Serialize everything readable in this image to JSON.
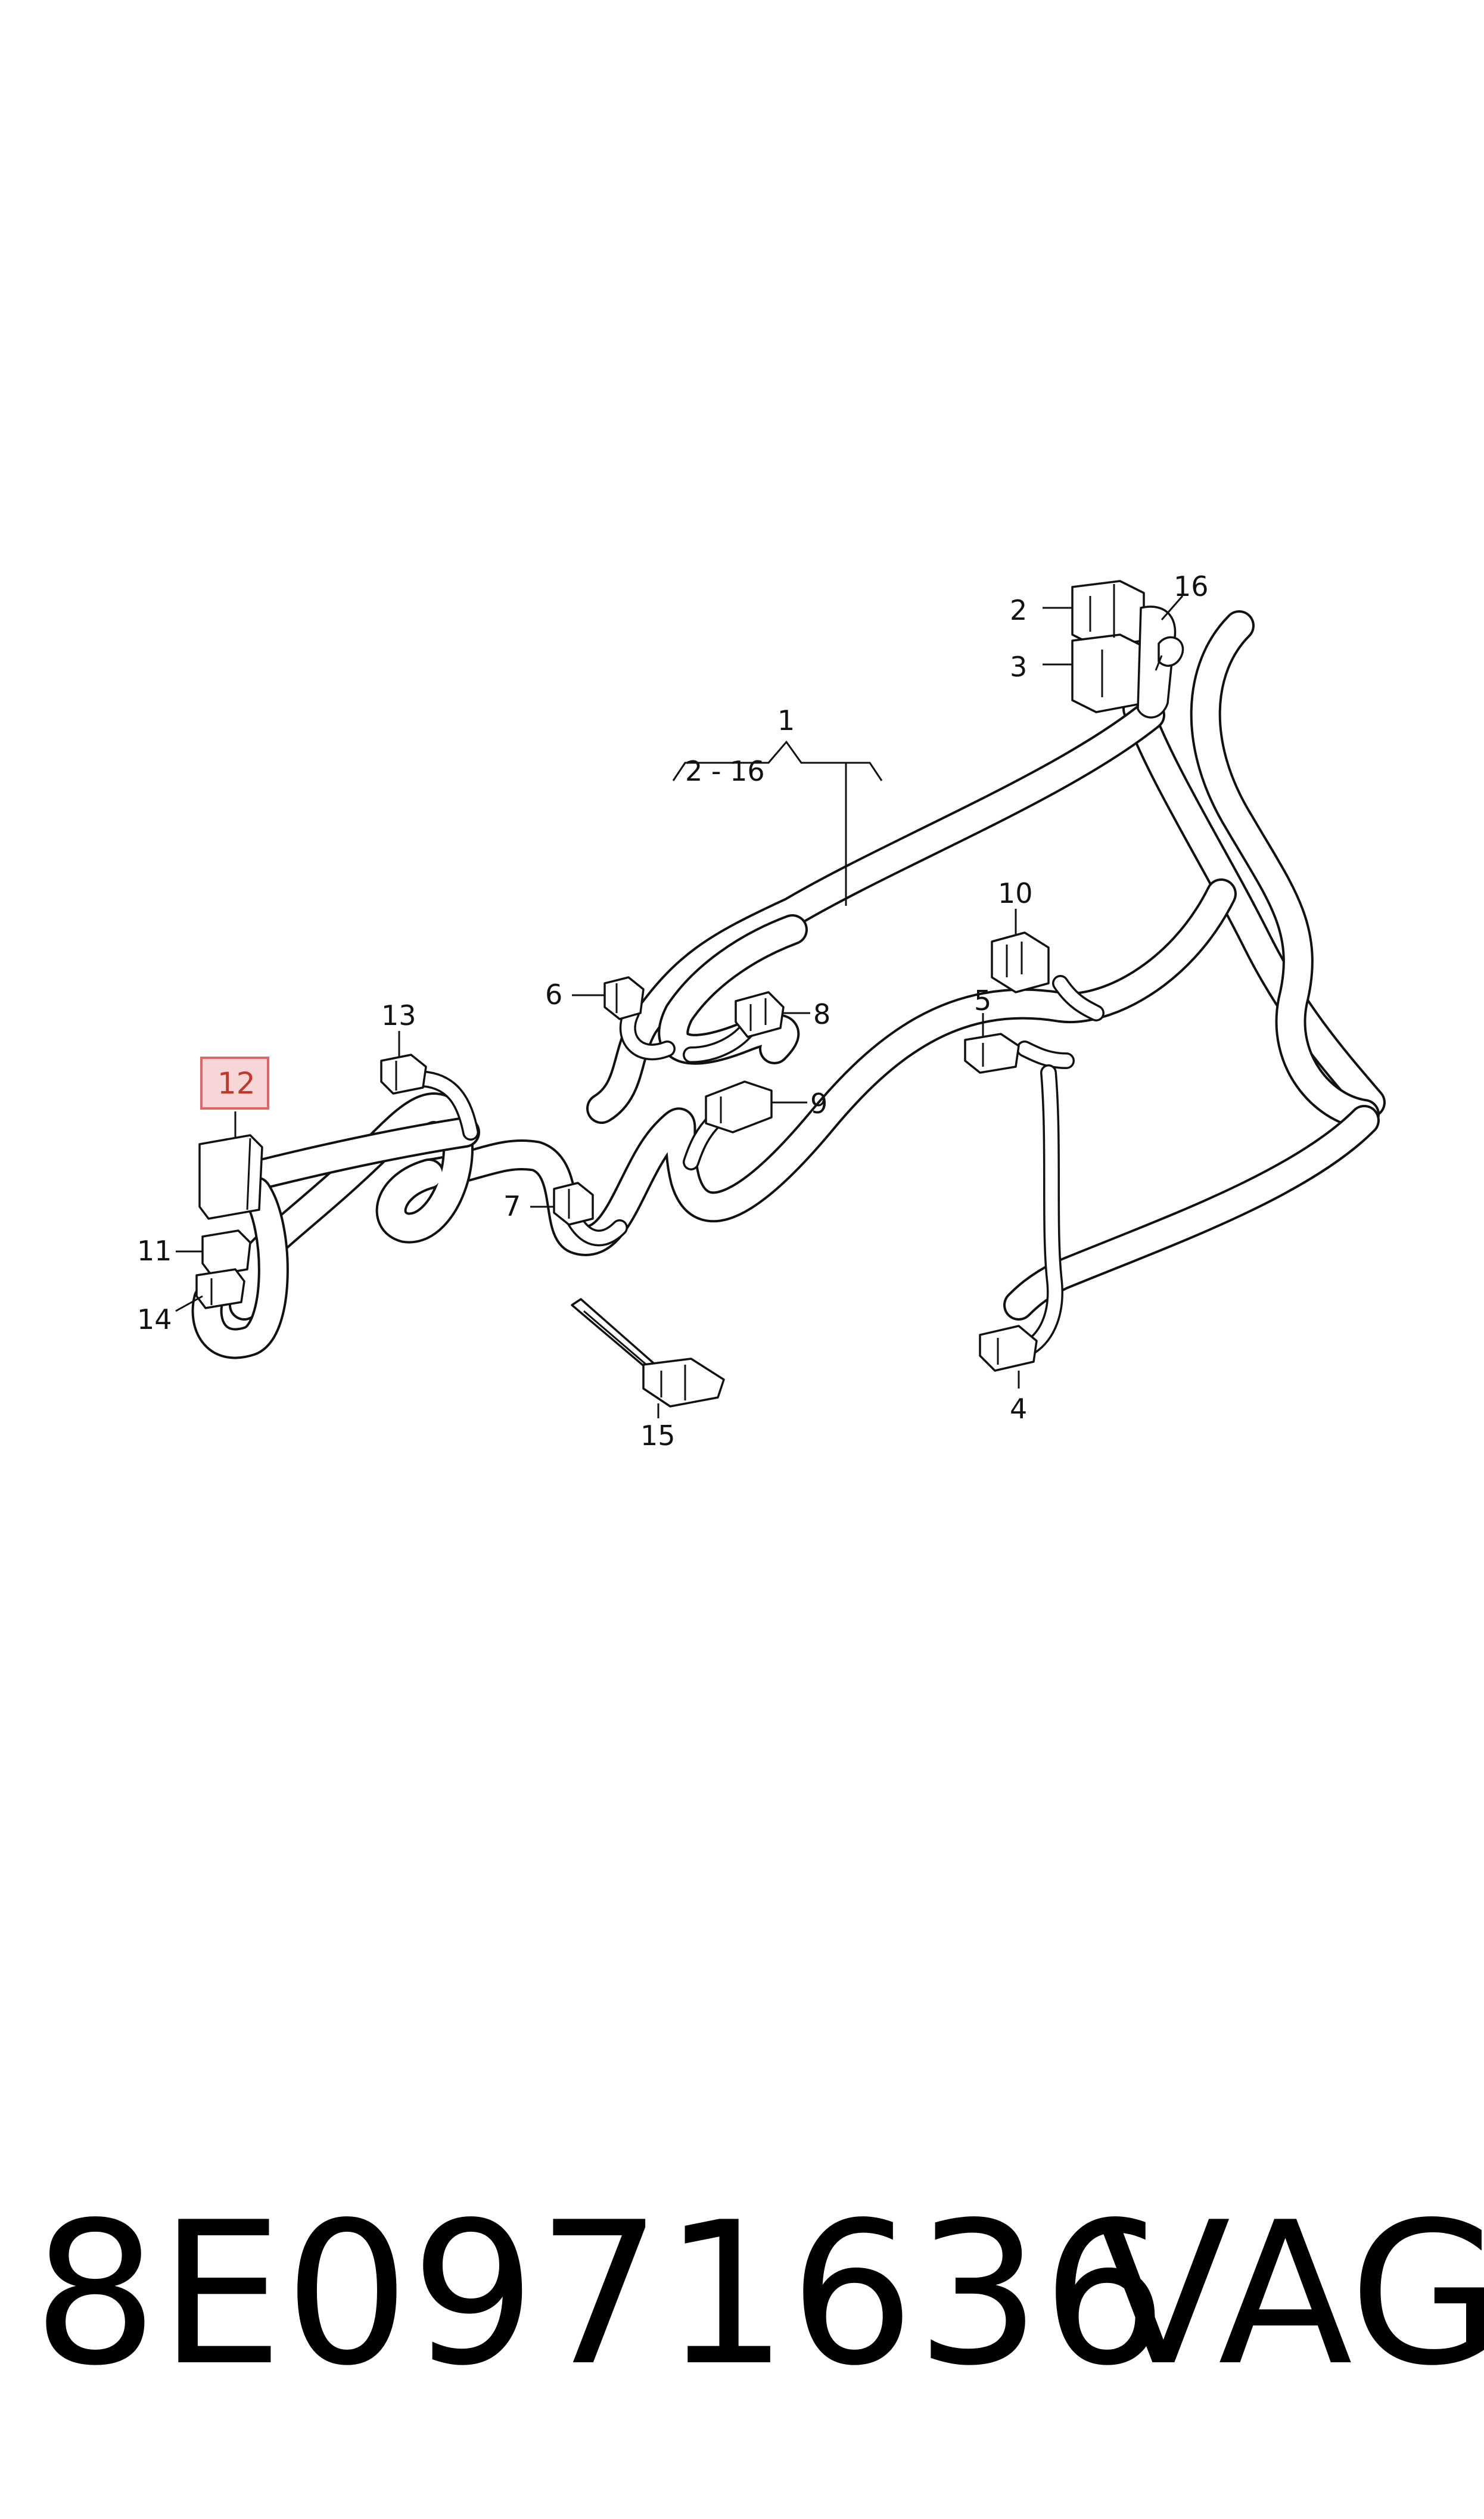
{
  "diagram": {
    "callouts": {
      "c1": "1",
      "c1_range": "2 - 16",
      "c2": "2",
      "c3": "3",
      "c4": "4",
      "c5": "5",
      "c6": "6",
      "c7": "7",
      "c8": "8",
      "c9": "9",
      "c10": "10",
      "c11": "11",
      "c12": "12",
      "c13": "13",
      "c14": "14",
      "c15": "15",
      "c16": "16"
    },
    "highlighted_callout": "12",
    "highlight_color": "#e06666"
  },
  "footer": {
    "part_number": "8E0971636",
    "brand": "VAG"
  }
}
